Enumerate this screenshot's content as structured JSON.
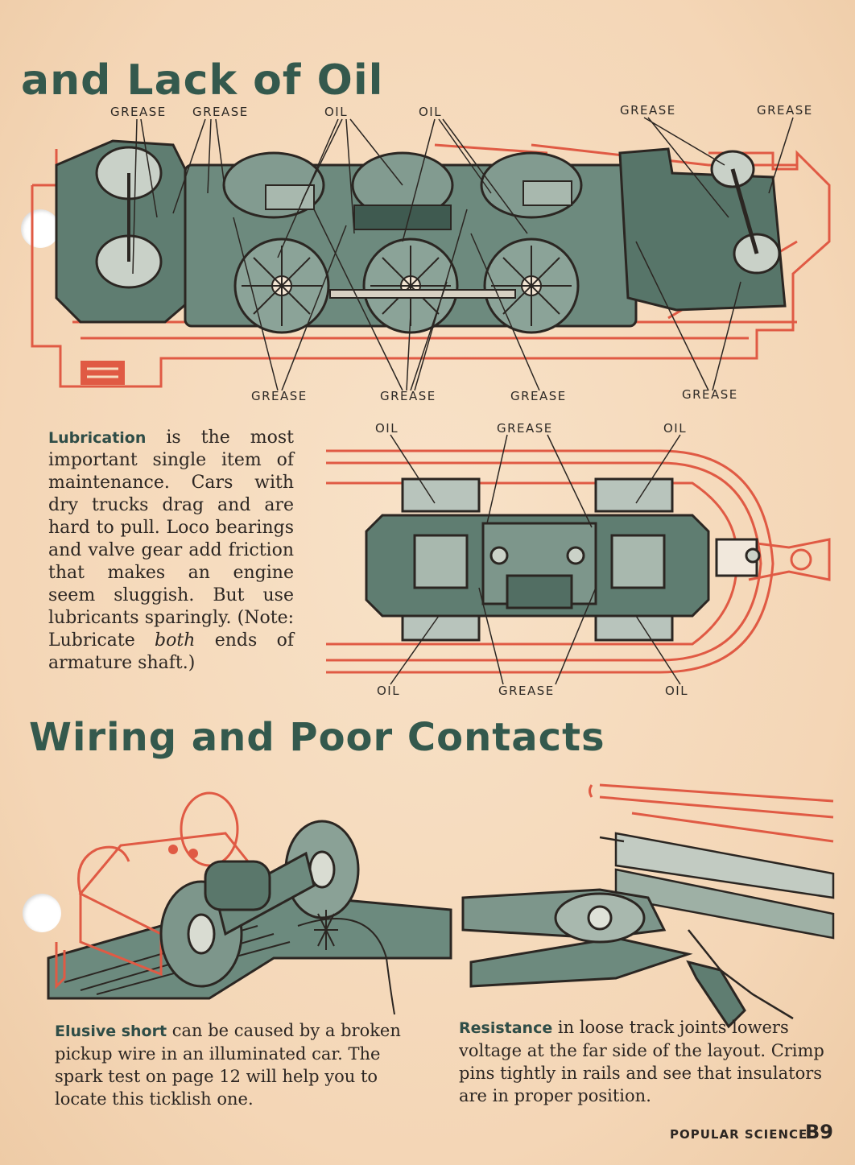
{
  "headings": {
    "lack_of_oil": "and Lack of Oil",
    "wiring": "Wiring and Poor Contacts"
  },
  "top_labels": {
    "top_row": [
      "GREASE",
      "GREASE",
      "OIL",
      "OIL",
      "GREASE",
      "GREASE"
    ],
    "bottom_row": [
      "GREASE",
      "GREASE",
      "GREASE",
      "GREASE"
    ]
  },
  "truck_labels": {
    "top_row": [
      "OIL",
      "GREASE",
      "OIL"
    ],
    "bottom_row": [
      "OIL",
      "GREASE",
      "OIL"
    ]
  },
  "lubrication": {
    "lead": "Lubrication",
    "text": " is the most important single item of maintenance. Cars with dry trucks drag and are hard to pull. Loco bearings and valve gear add friction that makes an engine seem sluggish. But use lubricants sparingly. (Note: Lubricate ",
    "emphasis": "both",
    "tail": " ends of armature shaft.)"
  },
  "elusive_short": {
    "lead": "Elusive short",
    "text": " can be caused by a broken pickup wire in an illuminated car. The spark test on page 12 will help you to locate this ticklish one."
  },
  "resistance": {
    "lead": "Resistance",
    "text": " in loose track joints lowers voltage at the far side of the layout. Crimp pins tightly in rails and see that insulators are in proper position."
  },
  "footer": {
    "publication": "POPULAR SCIENCE",
    "page_number": "B9"
  },
  "colors": {
    "heading": "#34594d",
    "ink_green": "#4d6b60",
    "ink_red": "#e05a44",
    "paper": "#f6dcbf"
  }
}
